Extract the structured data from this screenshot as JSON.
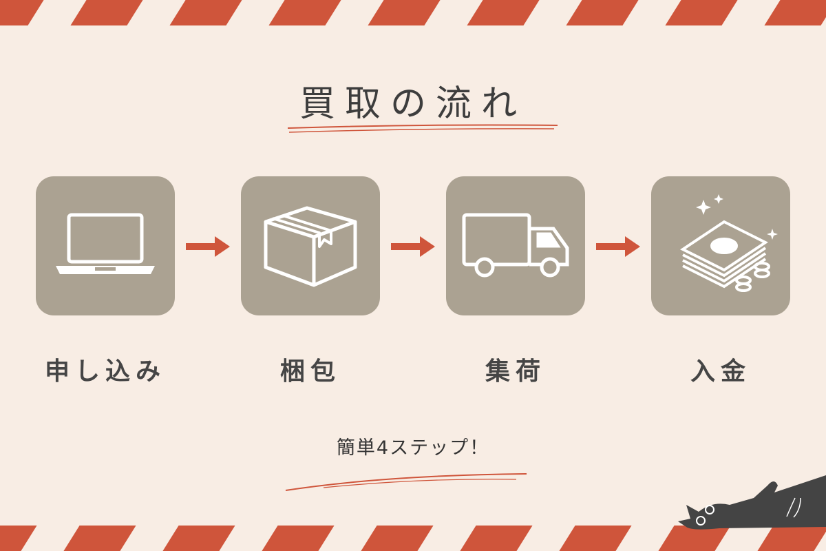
{
  "title": "買取の流れ",
  "steps": [
    {
      "label": "申し込み",
      "icon": "laptop-icon"
    },
    {
      "label": "梱包",
      "icon": "box-icon"
    },
    {
      "label": "集荷",
      "icon": "truck-icon"
    },
    {
      "label": "入金",
      "icon": "money-icon"
    }
  ],
  "subtitle": "簡単4ステップ！",
  "colors": {
    "background": "#f8ede4",
    "accent": "#cf553b",
    "tile": "#aba292",
    "text": "#454545"
  }
}
